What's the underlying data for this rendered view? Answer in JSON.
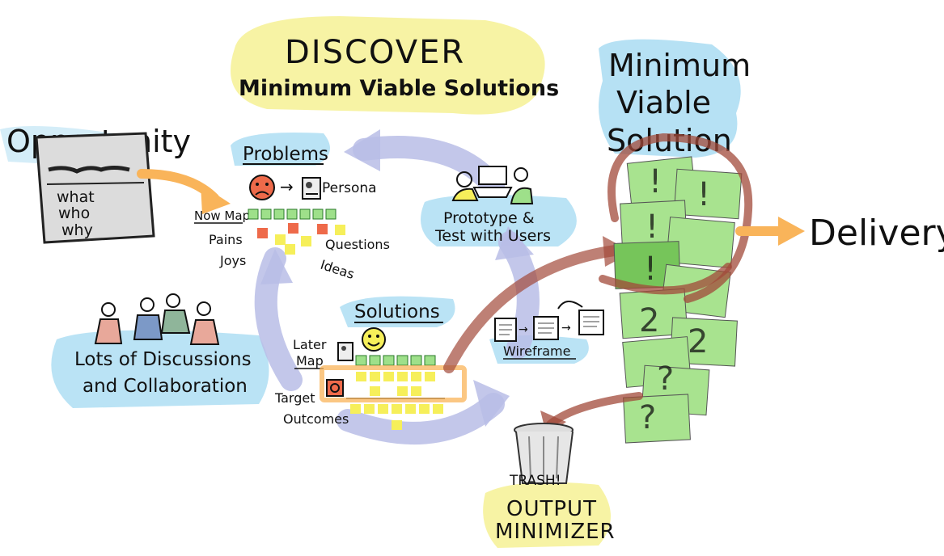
{
  "title": {
    "discover": "DISCOVER",
    "subtitle": "Minimum Viable Solutions"
  },
  "opportunity": {
    "label": "Opportunity",
    "card_lines": [
      "what",
      "who",
      "why"
    ]
  },
  "problems": {
    "heading": "Problems",
    "persona": "Persona",
    "now_map": "Now Map",
    "pains": "Pains",
    "joys": "Joys",
    "questions": "Questions",
    "ideas": "Ideas"
  },
  "prototype": {
    "line1": "Prototype &",
    "line2": "Test with Users"
  },
  "solutions": {
    "heading": "Solutions",
    "later": "Later",
    "map": "Map",
    "target": "Target",
    "outcomes": "Outcomes",
    "wireframe": "Wireframe"
  },
  "discussions": {
    "line1": "Lots of Discussions",
    "line2": "and Collaboration"
  },
  "mvs": {
    "line1": "Minimum",
    "line2": "Viable",
    "line3": "Solution"
  },
  "delivery": "Delivery",
  "trash": {
    "label": "TRASH!",
    "line1": "OUTPUT",
    "line2": "MINIMIZER"
  },
  "colors": {
    "yellow_highlight": "#f6f29a",
    "blue_highlight": "#a9dcf2",
    "cycle_arrow": "#b8bde6",
    "orange_arrow": "#f9b45a",
    "red_arrow": "#a24a3a",
    "sticky_green": "#9ee08a",
    "sticky_yellow": "#f6ef5a",
    "sticky_red": "#ee6a4a"
  }
}
